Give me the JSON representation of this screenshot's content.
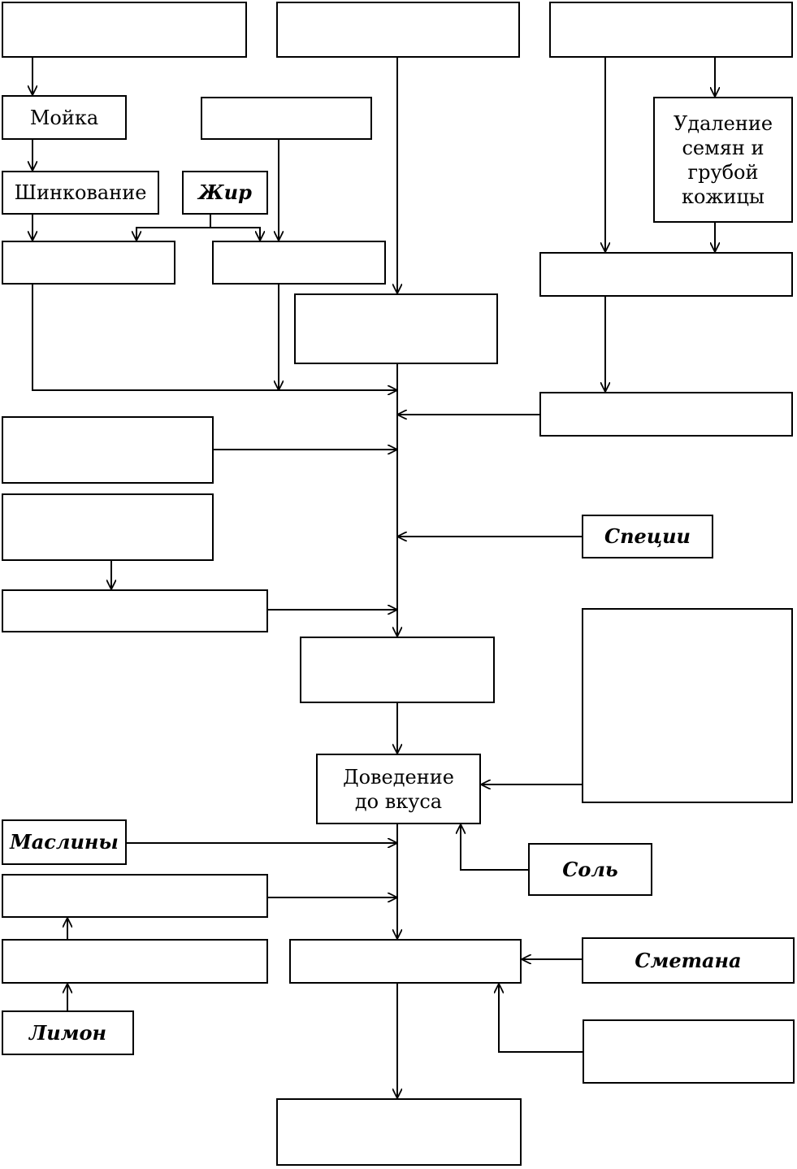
{
  "labels": {
    "washing": "Мойка",
    "shredding": "Шинкование",
    "fat": "Жир",
    "remove_seeds": "Удаление семян и грубой кожицы",
    "spices": "Специи",
    "bring_to_taste": "Доведение до вкуса",
    "olives": "Маслины",
    "salt": "Соль",
    "sour_cream": "Сметана",
    "lemon": "Лимон"
  }
}
